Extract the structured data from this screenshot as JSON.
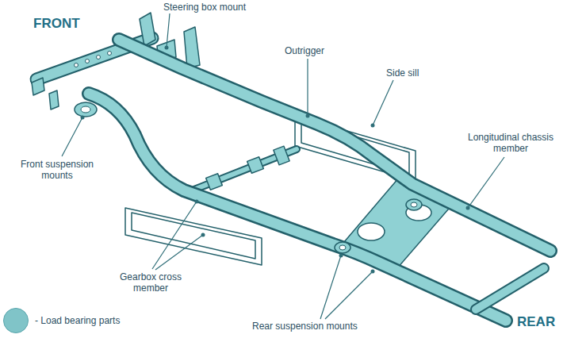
{
  "diagram": {
    "labels": [
      "FRONT",
      "Steering box mount",
      "Outrigger",
      "Side sill",
      "Longitudinal chassis member",
      "Front suspension mounts",
      "Gearbox cross member",
      "Rear suspension mounts",
      "REAR"
    ],
    "legend": [
      {
        "text": "- Load bearing parts",
        "color": "#80c4c8"
      }
    ]
  }
}
